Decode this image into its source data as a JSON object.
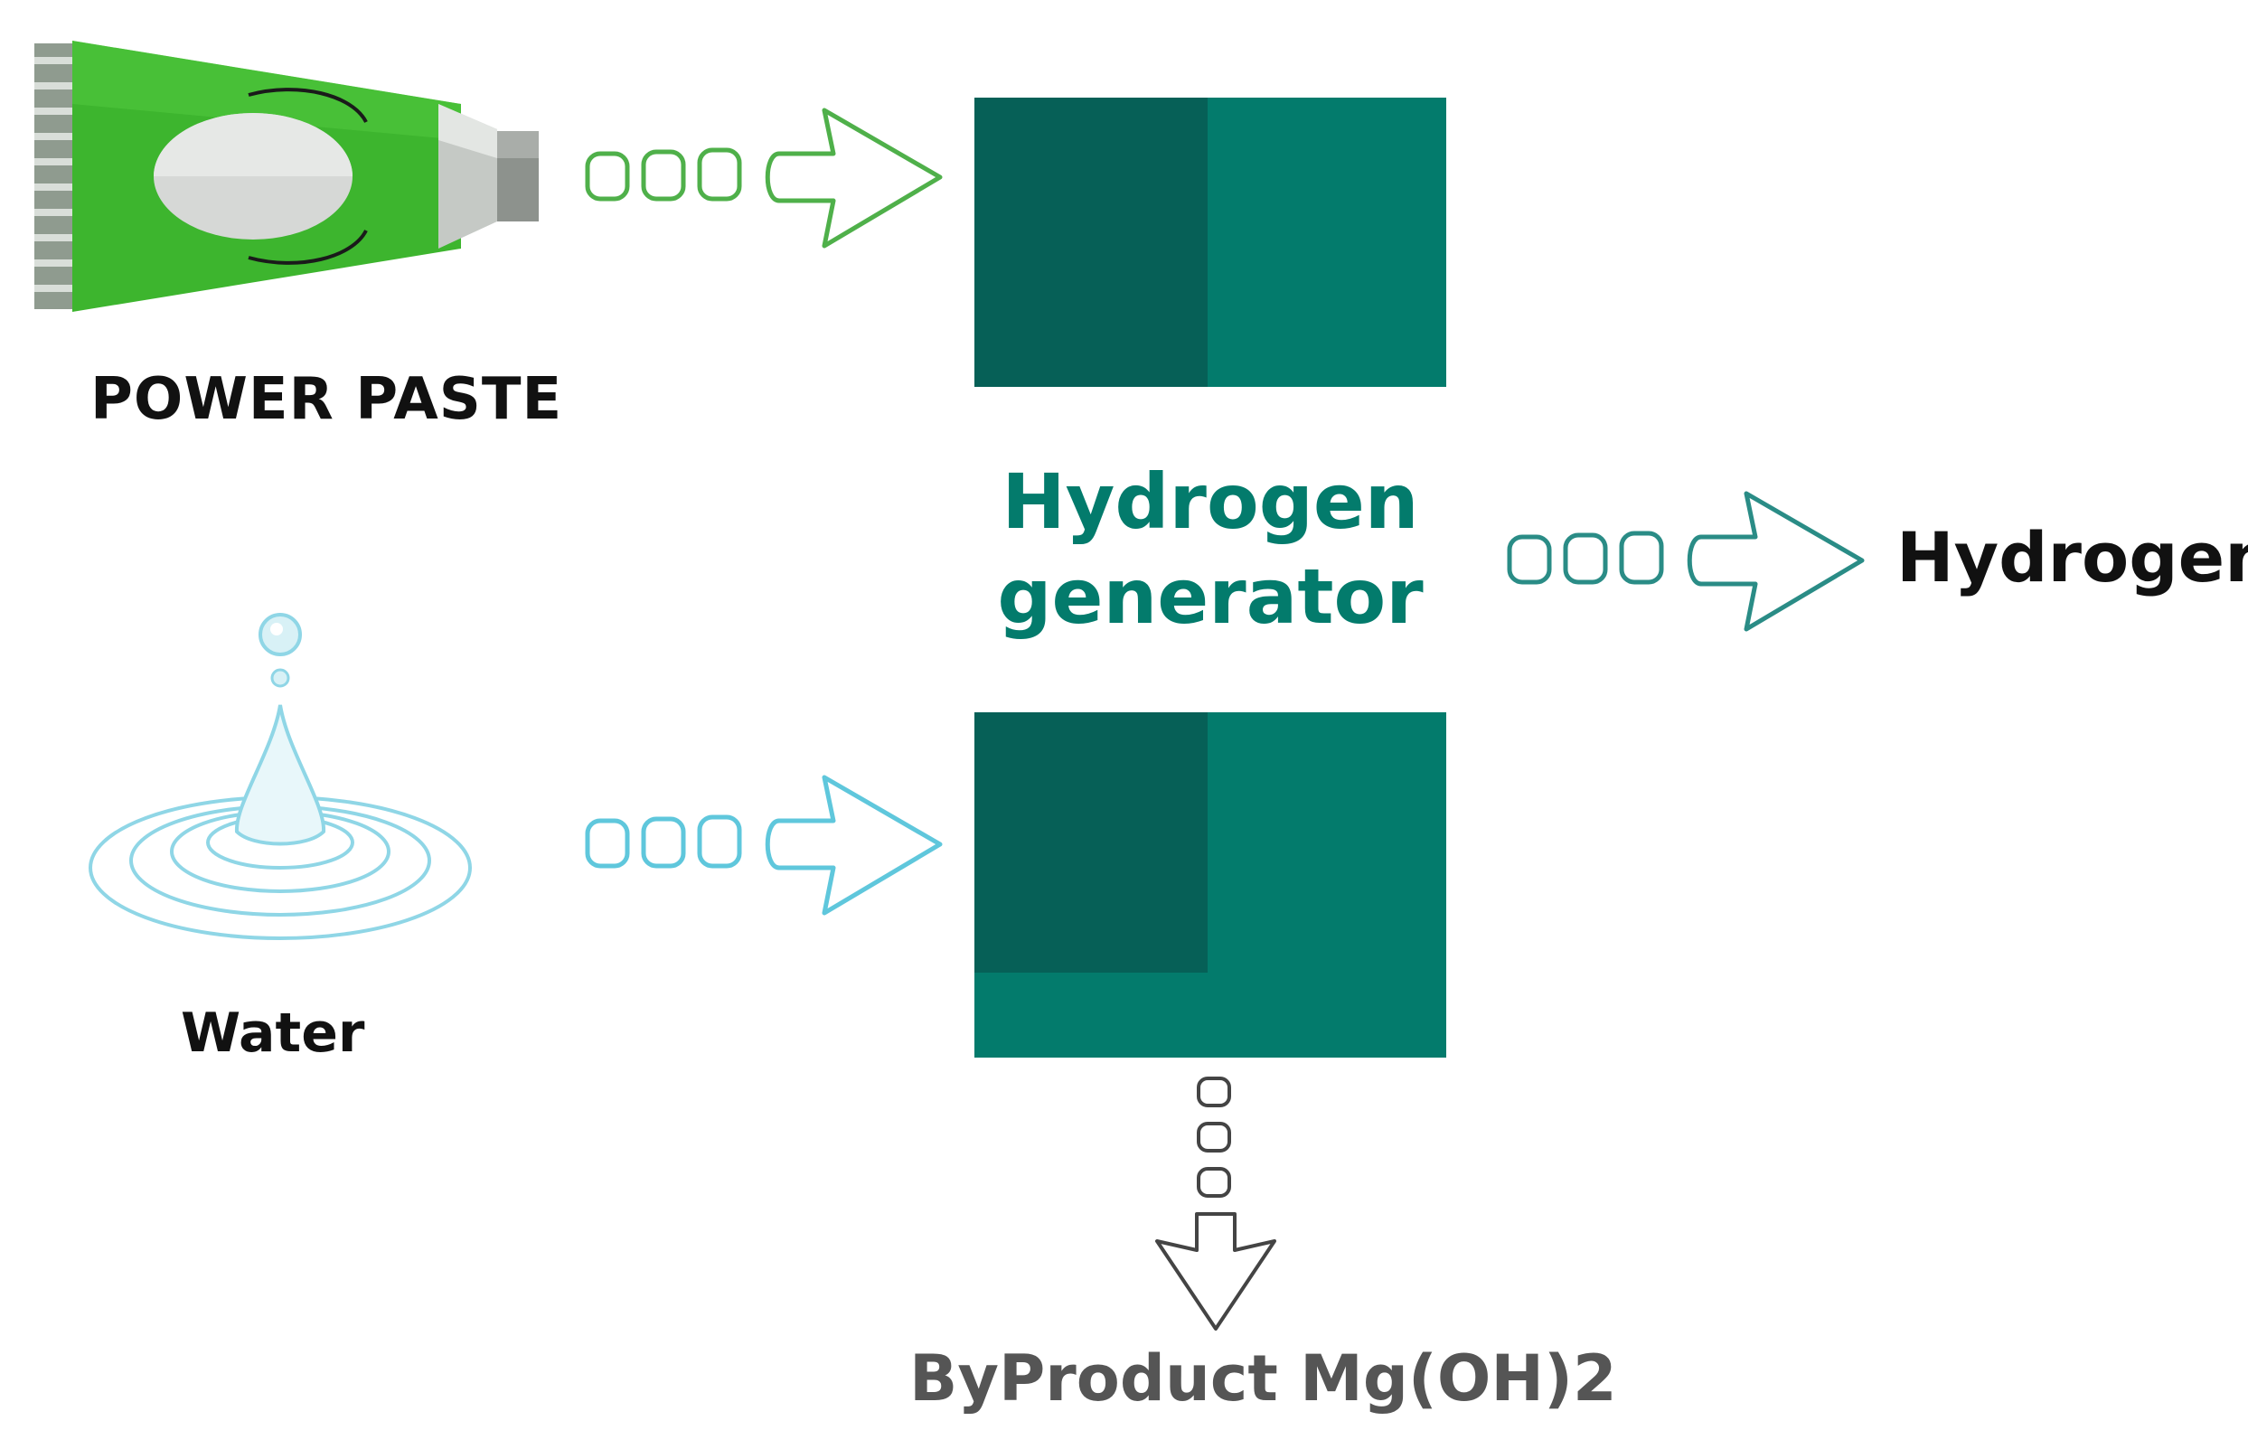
{
  "inputs": {
    "paste": {
      "label": "POWER PASTE",
      "color": "#3db52e",
      "icon": "paste-tube-icon"
    },
    "water": {
      "label": "Water",
      "color": "#5fc7dc",
      "icon": "water-drop-icon"
    }
  },
  "generator": {
    "title_line1": "Hydrogen",
    "title_line2": "generator",
    "color": "#037b6c",
    "dark_color": "#066057"
  },
  "outputs": {
    "hydrogen": {
      "label": "Hydrogen",
      "color": "#2a8c86"
    },
    "byproduct": {
      "label": "ByProduct Mg(OH)2",
      "color": "#555555"
    }
  }
}
